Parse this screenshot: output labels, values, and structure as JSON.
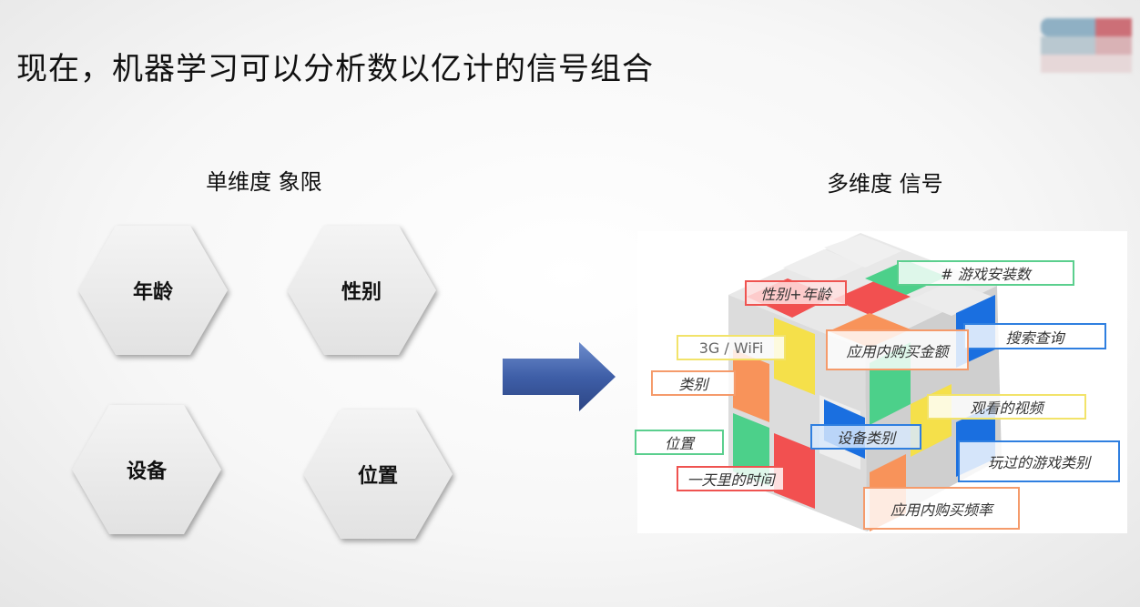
{
  "title": "现在，机器学习可以分析数以亿计的信号组合",
  "left": {
    "heading": "单维度 象限",
    "hexagons": [
      "年龄",
      "性别",
      "设备",
      "位置"
    ]
  },
  "right": {
    "heading": "多维度 信号",
    "labels": [
      {
        "text": "# 游戏安装数",
        "color": "#5bcf8e"
      },
      {
        "text": "性别+年龄",
        "color": "#ef5350"
      },
      {
        "text": "搜索查询",
        "color": "#2f7fe0"
      },
      {
        "text": "3G / WiFi",
        "color": "#f2e36a"
      },
      {
        "text": "应用内购买金额",
        "color": "#f59b6b"
      },
      {
        "text": "类别",
        "color": "#f59b6b"
      },
      {
        "text": "观看的视频",
        "color": "#f2e36a"
      },
      {
        "text": "设备类别",
        "color": "#2f7fe0"
      },
      {
        "text": "位置",
        "color": "#5bcf8e"
      },
      {
        "text": "玩过的游戏类别",
        "color": "#2f7fe0"
      },
      {
        "text": "一天里的时间",
        "color": "#ef5350"
      },
      {
        "text": "应用内购买频率",
        "color": "#f59b6b"
      }
    ]
  },
  "colors": {
    "arrow": "#3f5fa8",
    "green": "#4cd08a",
    "red": "#f25050",
    "yellow": "#f5e04a",
    "orange": "#f8935a",
    "blue": "#1a6fe0"
  }
}
